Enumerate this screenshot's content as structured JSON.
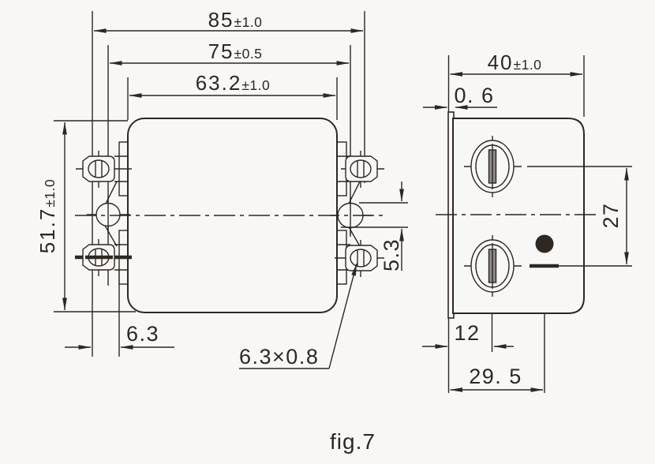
{
  "figure_caption": "fig.7",
  "front": {
    "dim_width_overall": {
      "num": "85",
      "tol": "±1.0"
    },
    "dim_width_mount": {
      "num": "75",
      "tol": "±0.5"
    },
    "dim_width_body": {
      "num": "63.2",
      "tol": "±1.0"
    },
    "dim_height_body": {
      "num": "51.7",
      "tol": "±1.0"
    },
    "dim_ground_hole": {
      "num": "5.3"
    },
    "dim_terminal_inset": {
      "num": "6.3"
    },
    "dim_blade": {
      "num": "6.3×0.8"
    }
  },
  "side": {
    "dim_depth": {
      "num": "40",
      "tol": "±1.0"
    },
    "dim_flange_thick": {
      "num": "0. 6"
    },
    "dim_screw_pitch": {
      "num": "27"
    },
    "dim_screw_offset": {
      "num": "12"
    },
    "dim_mark_offset": {
      "num": "29. 5"
    }
  },
  "colors": {
    "ink": "#2e2722",
    "paper": "#f8f7f5",
    "slot_fill": "#8e8b88"
  }
}
